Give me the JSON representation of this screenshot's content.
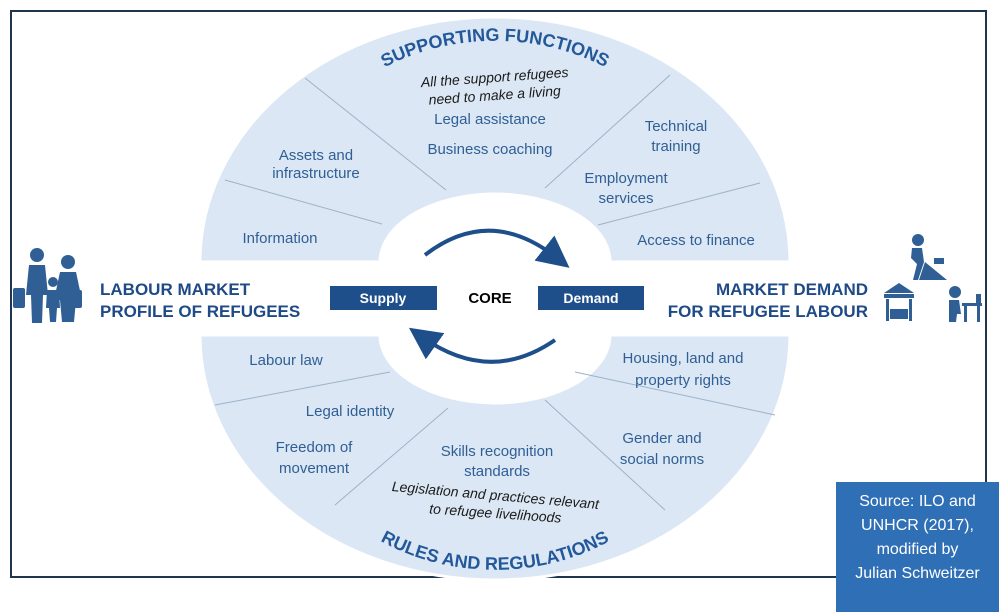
{
  "supporting": {
    "title": "SUPPORTING FUNCTIONS",
    "subtitle_line1": "All the support refugees",
    "subtitle_line2": "need to make a living",
    "items": {
      "legal": "Legal assistance",
      "business": "Business coaching",
      "assets1": "Assets and",
      "assets2": "infrastructure",
      "info": "Information",
      "tech1": "Technical",
      "tech2": "training",
      "emp1": "Employment",
      "emp2": "services",
      "finance": "Access to finance"
    }
  },
  "rules": {
    "title": "RULES AND REGULATIONS",
    "subtitle_line1": "Legislation and practices relevant",
    "subtitle_line2": "to  refugee livelihoods",
    "items": {
      "labour": "Labour law",
      "identity": "Legal identity",
      "freedom1": "Freedom of",
      "freedom2": "movement",
      "skills1": "Skills recognition",
      "skills2": "standards",
      "housing1": "Housing, land and",
      "housing2": "property rights",
      "gender1": "Gender and",
      "gender2": "social norms"
    }
  },
  "core": {
    "supply": "Supply",
    "core": "CORE",
    "demand": "Demand"
  },
  "left_label": {
    "line1": "LABOUR MARKET",
    "line2": "PROFILE OF REFUGEES"
  },
  "right_label": {
    "line1": "MARKET DEMAND",
    "line2": "FOR REFUGEE LABOUR"
  },
  "source": {
    "line1": "Source: ILO and",
    "line2": "UNHCR (2017),",
    "line3": "modified by",
    "line4": "Julian Schweitzer"
  },
  "colors": {
    "segment": "#dbe7f4",
    "text": "#2f5f94",
    "title": "#23589a",
    "box": "#1e4f8a",
    "source_bg": "#2f6fb6"
  }
}
